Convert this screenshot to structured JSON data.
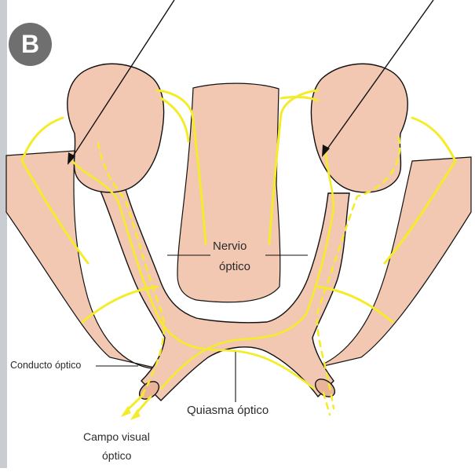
{
  "panel": {
    "badge": "B"
  },
  "labels": {
    "nervio_optico_line1": "Nervio",
    "nervio_optico_line2": "óptico",
    "conducto_optico": "Conducto óptico",
    "quiasma_optico": "Quiasma óptico",
    "campo_visual_line1": "Campo visual",
    "campo_visual_line2": "óptico"
  },
  "colors": {
    "tissue": "#f3c8b2",
    "tissue_dark": "#e9b49a",
    "outline": "#111111",
    "nerve_fiber": "#f4ec2a",
    "left_margin_bar": "#c9ccd1",
    "badge": "#6f6f6f"
  }
}
